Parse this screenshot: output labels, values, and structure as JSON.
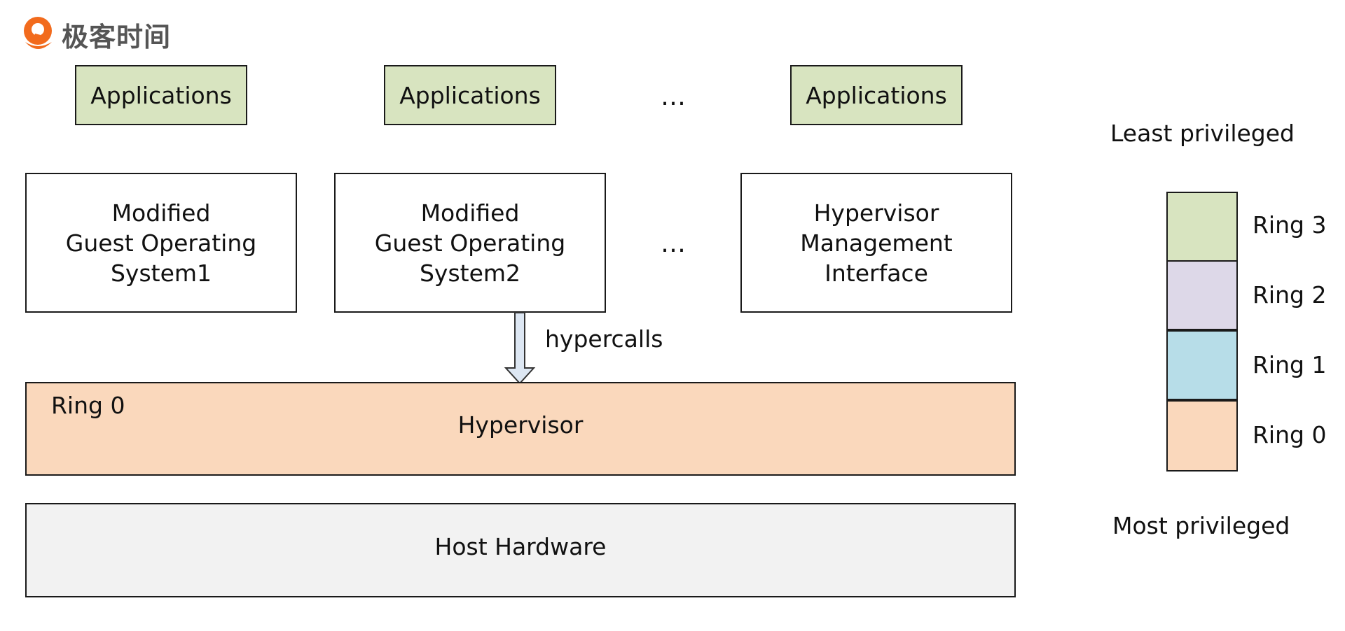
{
  "logo": {
    "text": "极客时间",
    "color": "#f26b1d"
  },
  "applications": [
    "Applications",
    "Applications",
    "Applications"
  ],
  "guests": [
    {
      "lines": [
        "Modified",
        "Guest Operating",
        "System1"
      ]
    },
    {
      "lines": [
        "Modified",
        "Guest Operating",
        "System2"
      ]
    },
    {
      "lines": [
        "Hypervisor",
        "Management",
        "Interface"
      ]
    }
  ],
  "ellipsis": "…",
  "arrow_label": "hypercalls",
  "hypervisor": {
    "ring_label": "Ring 0",
    "label": "Hypervisor"
  },
  "hardware": {
    "label": "Host Hardware"
  },
  "legend": {
    "top_label": "Least privileged",
    "bottom_label": "Most privileged",
    "rings": [
      {
        "label": "Ring 3",
        "color": "#d8e4c0"
      },
      {
        "label": "Ring 2",
        "color": "#ddd8e8"
      },
      {
        "label": "Ring 1",
        "color": "#b7dde8"
      },
      {
        "label": "Ring 0",
        "color": "#fad8bc"
      }
    ]
  },
  "colors": {
    "applications": "#d8e4c0",
    "hypervisor": "#fad8bc",
    "hardware": "#f2f2f2",
    "arrow_fill": "#dde7f3"
  }
}
